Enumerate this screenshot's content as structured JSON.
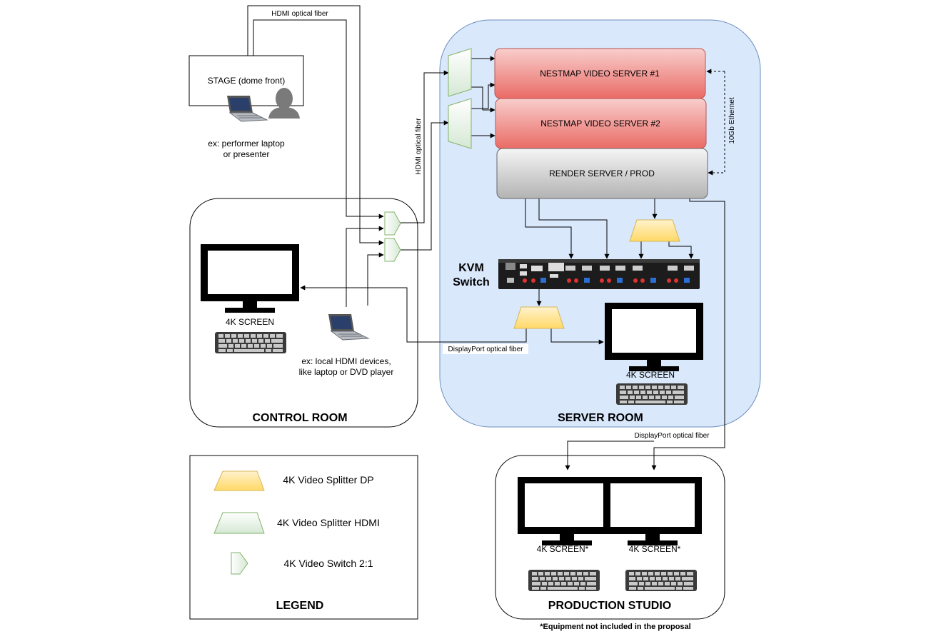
{
  "labels": {
    "hdmi_fiber_top": "HDMI optical fiber",
    "stage": "STAGE (dome front)",
    "performer_line1": "ex: performer laptop",
    "performer_line2": "or presenter",
    "hdmi_fiber_vertical": "HDMI optical fiber",
    "server1": "NESTMAP VIDEO SERVER #1",
    "server2": "NESTMAP VIDEO SERVER #2",
    "render": "RENDER SERVER / PROD",
    "ethernet": "10Gb Ethernet",
    "kvm_line1": "KVM",
    "kvm_line2": "Switch",
    "control_screen": "4K SCREEN",
    "local_line1": "ex: local HDMI devices,",
    "local_line2": "like laptop or DVD player",
    "dp_fiber_mid": "DisplayPort optical fiber",
    "server_screen": "4K SCREEN",
    "control_room": "CONTROL  ROOM",
    "server_room": "SERVER ROOM",
    "dp_fiber_right": "DisplayPort optical fiber",
    "prod_screen1": "4K SCREEN*",
    "prod_screen2": "4K SCREEN*",
    "production_studio": "PRODUCTION STUDIO",
    "footnote": "*Equipment not included in the proposal"
  },
  "legend": {
    "title": "LEGEND",
    "items": [
      "4K Video Splitter DP",
      "4K Video Splitter HDMI",
      "4K Video Switch 2:1"
    ]
  },
  "colors": {
    "server_room_fill": "#dae8fc",
    "server_room_stroke": "#6c8ebf",
    "dp_splitter_fill": "#ffe599",
    "dp_splitter_stroke": "#d6b656",
    "hdmi_fill": "#d5e8d4",
    "hdmi_stroke": "#82b366",
    "nestmap_top": "#f8cecc",
    "nestmap_bottom": "#ea6b66",
    "nestmap_stroke": "#b85450",
    "render_top": "#f5f5f5",
    "render_bottom": "#b3b3b3",
    "render_stroke": "#666666"
  },
  "icons": [
    "laptop-icon",
    "person-icon",
    "monitor-icon",
    "keyboard-icon",
    "kvm-switch-icon"
  ]
}
